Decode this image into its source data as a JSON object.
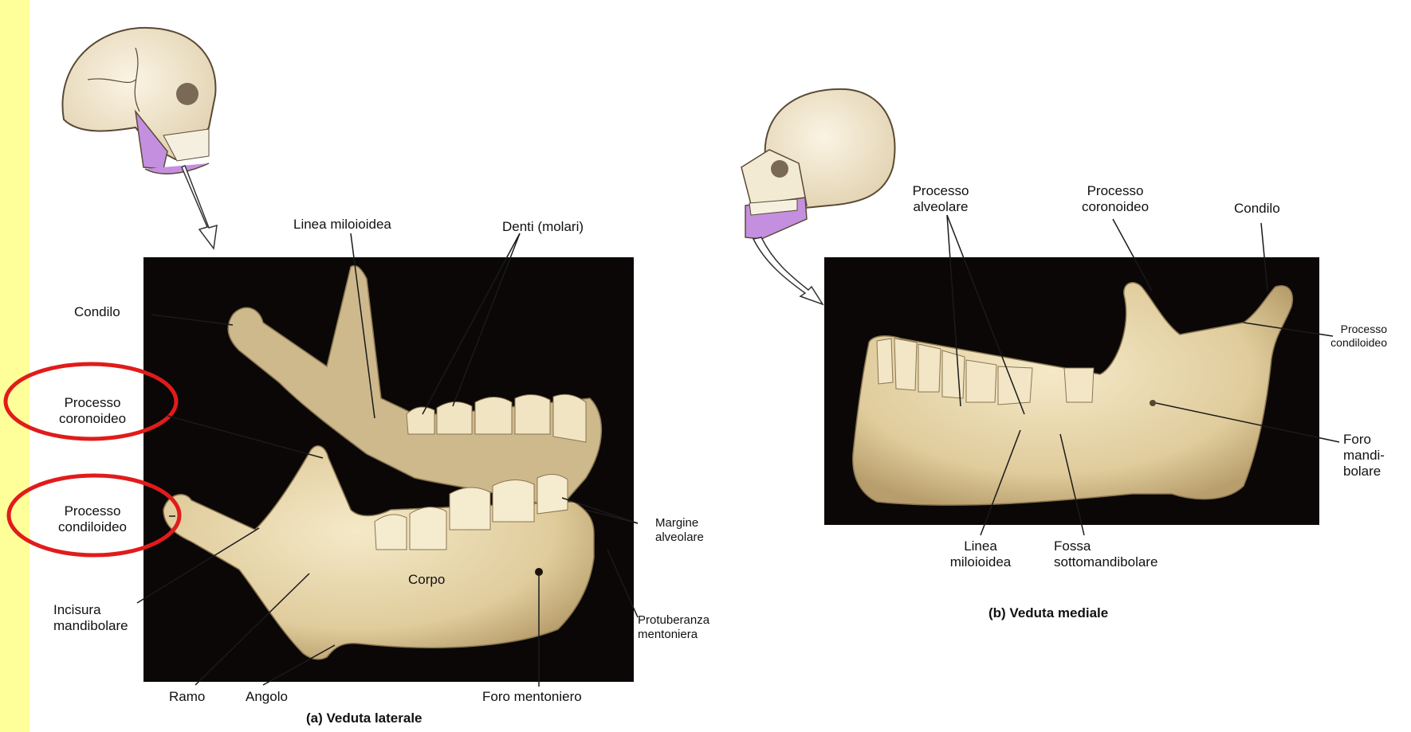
{
  "panel_a": {
    "caption": "(a) Veduta laterale",
    "labels": {
      "linea_miloioidea": "Linea miloioidea",
      "denti_molari": "Denti (molari)",
      "condilo": "Condilo",
      "processo_coronoideo": "Processo\ncoronoideo",
      "processo_condiloideo": "Processo\ncondiloideo",
      "incisura_mandibolare": "Incisura\nmandibolare",
      "corpo": "Corpo",
      "margine_alveolare": "Margine\nalveolare",
      "protuberanza_mentoniera": "Protuberanza\nmentoniera",
      "ramo": "Ramo",
      "angolo": "Angolo",
      "foro_mentoniero": "Foro mentoniero"
    }
  },
  "panel_b": {
    "caption": "(b) Veduta mediale",
    "labels": {
      "processo_alveolare": "Processo\nalveolare",
      "processo_coronoideo": "Processo\ncoronoideo",
      "condilo": "Condilo",
      "processo_condiloideo": "Processo\ncondiloideo",
      "foro_mandibolare": "Foro\nmandi-\nbolare",
      "linea_miloioidea": "Linea\nmiloioidea",
      "fossa_sottomandibolare": "Fossa\nsottomandibolare"
    }
  },
  "colors": {
    "frame": "#ffff99",
    "photo_bg": "#0a0706",
    "bone": "#e8d9b0",
    "mandible_highlight": "#c58fe0",
    "circle_marker": "#e11b1b"
  }
}
